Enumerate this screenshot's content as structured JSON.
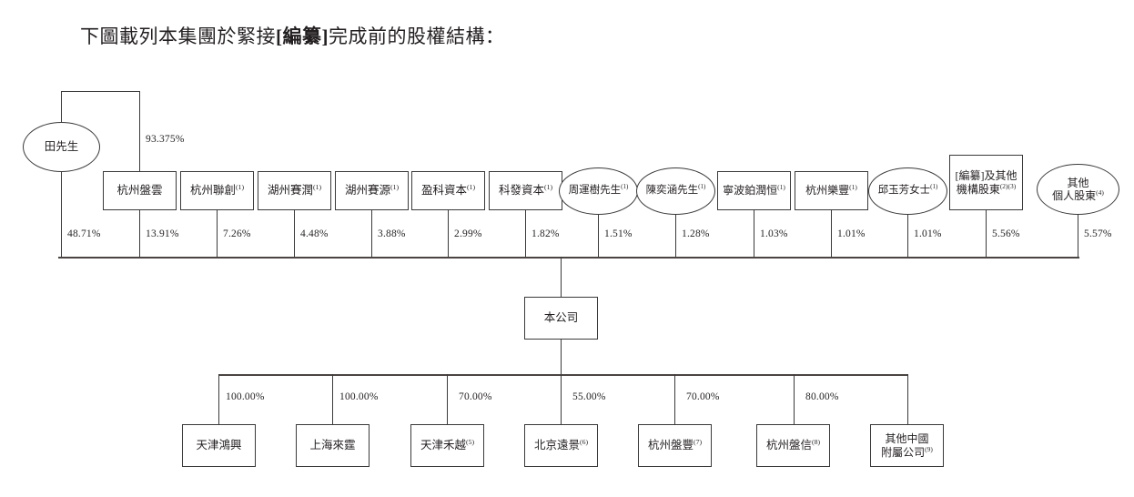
{
  "title": {
    "prefix": "下圖載列本集團於緊接",
    "bracketed": "[編纂]",
    "suffix": "完成前的股權結構："
  },
  "company": {
    "label": "本公司"
  },
  "controller": {
    "label": "田先生",
    "control_pct": "93.375%",
    "direct_pct": "48.71%"
  },
  "shareholders": [
    {
      "label": "田先生",
      "sup": "",
      "shape": "ellipse",
      "pct": "48.71%"
    },
    {
      "label": "杭州盤雲",
      "sup": "",
      "shape": "box",
      "pct": "13.91%"
    },
    {
      "label": "杭州聯創",
      "sup": "(1)",
      "shape": "box",
      "pct": "7.26%"
    },
    {
      "label": "湖州賽潤",
      "sup": "(1)",
      "shape": "box",
      "pct": "4.48%"
    },
    {
      "label": "湖州賽源",
      "sup": "(1)",
      "shape": "box",
      "pct": "3.88%"
    },
    {
      "label": "盈科資本",
      "sup": "(1)",
      "shape": "box",
      "pct": "2.99%"
    },
    {
      "label": "科發資本",
      "sup": "(1)",
      "shape": "box",
      "pct": "1.82%"
    },
    {
      "label": "周運樹先生",
      "sup": "(1)",
      "shape": "ellipse",
      "pct": "1.51%"
    },
    {
      "label": "陳奕涵先生",
      "sup": "(1)",
      "shape": "ellipse",
      "pct": "1.28%"
    },
    {
      "label": "寧波鉑潤恒",
      "sup": "(1)",
      "shape": "box",
      "pct": "1.03%"
    },
    {
      "label": "杭州樂豐",
      "sup": "(1)",
      "shape": "box",
      "pct": "1.01%"
    },
    {
      "label": "邱玉芳女士",
      "sup": "(1)",
      "shape": "ellipse",
      "pct": "1.01%"
    },
    {
      "label": "[編纂]及其他\n機構股東",
      "sup": "(2)(3)",
      "shape": "box",
      "pct": "5.56%"
    },
    {
      "label": "其他\n個人股東",
      "sup": "(4)",
      "shape": "ellipse",
      "pct": "5.57%"
    }
  ],
  "subsidiaries": [
    {
      "label": "天津鴻興",
      "sup": "",
      "pct": "100.00%"
    },
    {
      "label": "上海來霆",
      "sup": "",
      "pct": "100.00%"
    },
    {
      "label": "天津禾越",
      "sup": "(5)",
      "pct": "70.00%"
    },
    {
      "label": "北京遠景",
      "sup": "(6)",
      "pct": "55.00%"
    },
    {
      "label": "杭州盤豐",
      "sup": "(7)",
      "pct": "70.00%"
    },
    {
      "label": "杭州盤信",
      "sup": "(8)",
      "pct": "80.00%"
    },
    {
      "label": "其他中國\n附屬公司",
      "sup": "(9)",
      "pct": ""
    }
  ],
  "colors": {
    "stroke": "#3a3a3a",
    "text": "#231f20",
    "background": "#ffffff"
  }
}
